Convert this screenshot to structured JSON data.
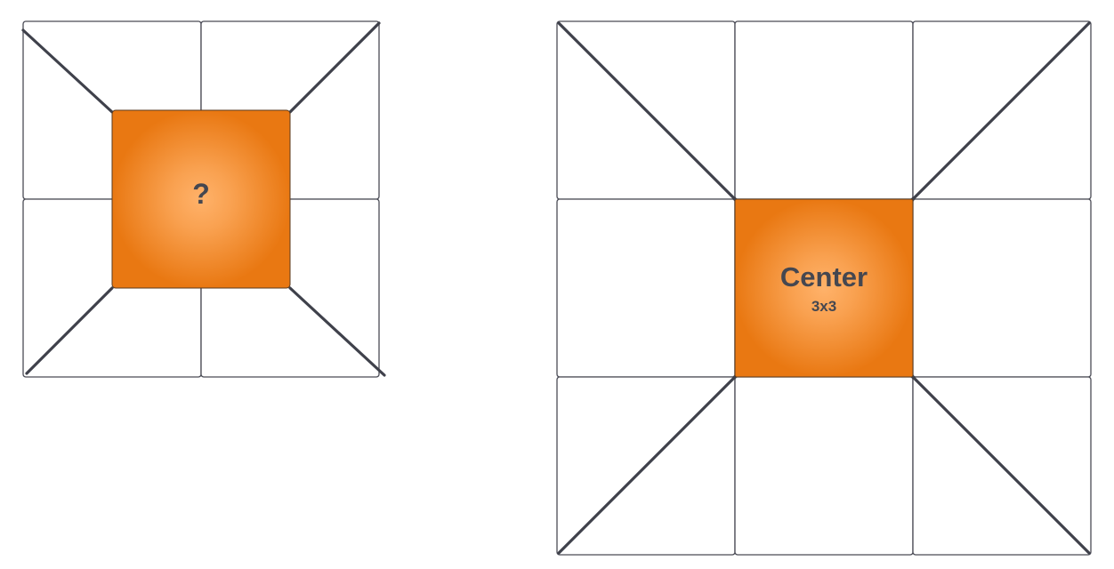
{
  "colors": {
    "center_fill": "#e97812",
    "center_glow": "#ffb26a",
    "grid_stroke": "#4a4b55",
    "diagonal_stroke": "#3f414b",
    "label_text": "#454750"
  },
  "left_grid": {
    "rows": 2,
    "cols": 2,
    "center_label": "?"
  },
  "right_grid": {
    "rows": 3,
    "cols": 3,
    "center_label": "Center",
    "center_sublabel": "3x3"
  }
}
